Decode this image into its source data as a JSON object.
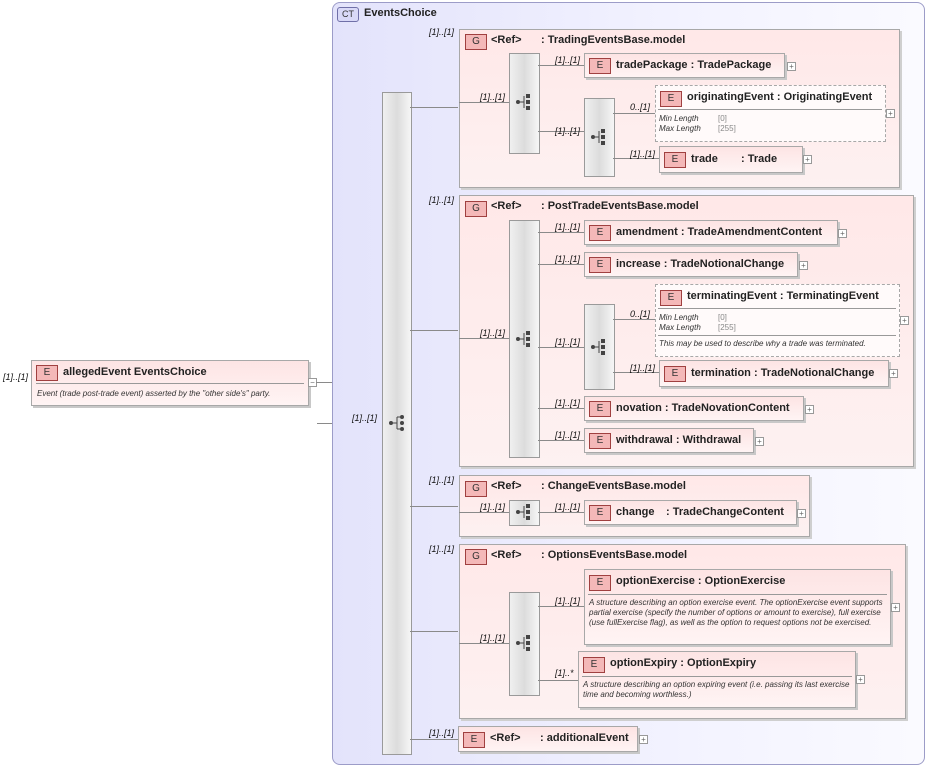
{
  "root": {
    "badge": "E",
    "name": "allegedEvent",
    "type": "EventsChoice",
    "card": "[1]..[1]",
    "doc": "Event (trade post-trade event) asserted by the \"other side's\" party.",
    "toggle": "−"
  },
  "complex_type": {
    "badge": "CT",
    "name": "EventsChoice"
  },
  "choice_card": "[1]..[1]",
  "groups": [
    {
      "card": "[1]..[1]",
      "badge": "G",
      "ref": "<Ref>",
      "name": ": TradingEventsBase.model",
      "seq_card": "[1]..[1]",
      "items": [
        {
          "card": "[1]..[1]",
          "badge": "E",
          "name": "tradePackage",
          "type": ": TradePackage"
        },
        {
          "card": "0..[1]",
          "badge": "E",
          "name": "originatingEvent",
          "type": ": OriginatingEvent",
          "facets": [
            {
              "k": "Min Length",
              "v": "[0]"
            },
            {
              "k": "Max Length",
              "v": "[255]"
            }
          ]
        },
        {
          "card": "[1]..[1]",
          "badge": "E",
          "name": "trade",
          "type": ": Trade"
        }
      ],
      "inner_seq_card": "[1]..[1]"
    },
    {
      "card": "[1]..[1]",
      "badge": "G",
      "ref": "<Ref>",
      "name": ": PostTradeEventsBase.model",
      "seq_card": "[1]..[1]",
      "items": [
        {
          "card": "[1]..[1]",
          "badge": "E",
          "name": "amendment",
          "type": ": TradeAmendmentContent"
        },
        {
          "card": "[1]..[1]",
          "badge": "E",
          "name": "increase",
          "type": ": TradeNotionalChange"
        },
        {
          "card": "0..[1]",
          "badge": "E",
          "name": "terminatingEvent",
          "type": ": TerminatingEvent",
          "facets": [
            {
              "k": "Min Length",
              "v": "[0]"
            },
            {
              "k": "Max Length",
              "v": "[255]"
            }
          ],
          "doc": "This may be used to describe why a trade was terminated."
        },
        {
          "card": "[1]..[1]",
          "badge": "E",
          "name": "termination",
          "type": ": TradeNotionalChange"
        },
        {
          "card": "[1]..[1]",
          "badge": "E",
          "name": "novation",
          "type": ": TradeNovationContent"
        },
        {
          "card": "[1]..[1]",
          "badge": "E",
          "name": "withdrawal",
          "type": ": Withdrawal"
        }
      ],
      "inner_seq_card": "[1]..[1]"
    },
    {
      "card": "[1]..[1]",
      "badge": "G",
      "ref": "<Ref>",
      "name": ": ChangeEventsBase.model",
      "seq_card": "[1]..[1]",
      "items": [
        {
          "card": "[1]..[1]",
          "badge": "E",
          "name": "change",
          "type": ": TradeChangeContent"
        }
      ]
    },
    {
      "card": "[1]..[1]",
      "badge": "G",
      "ref": "<Ref>",
      "name": ": OptionsEventsBase.model",
      "seq_card": "[1]..[1]",
      "items": [
        {
          "card": "[1]..[1]",
          "badge": "E",
          "name": "optionExercise",
          "type": ": OptionExercise",
          "doc": "A structure describing an option exercise event. The optionExercise event supports partial exercise (specify the number of options or amount to exercise), full exercise (use fullExercise flag), as well as the option to request options not be exercised."
        },
        {
          "card": "[1]..*",
          "badge": "E",
          "name": "optionExpiry",
          "type": ": OptionExpiry",
          "doc": "A structure describing an option expiring event (i.e. passing its last exercise time and becoming worthless.)"
        }
      ]
    }
  ],
  "last_ref": {
    "card": "[1]..[1]",
    "badge": "E",
    "ref": "<Ref>",
    "name": ": additionalEvent"
  },
  "plus": "+",
  "colors": {
    "element_fill": "#f4b8b8",
    "ct_fill": "#e3e3fb",
    "group_fill": "#ffe8e8"
  }
}
